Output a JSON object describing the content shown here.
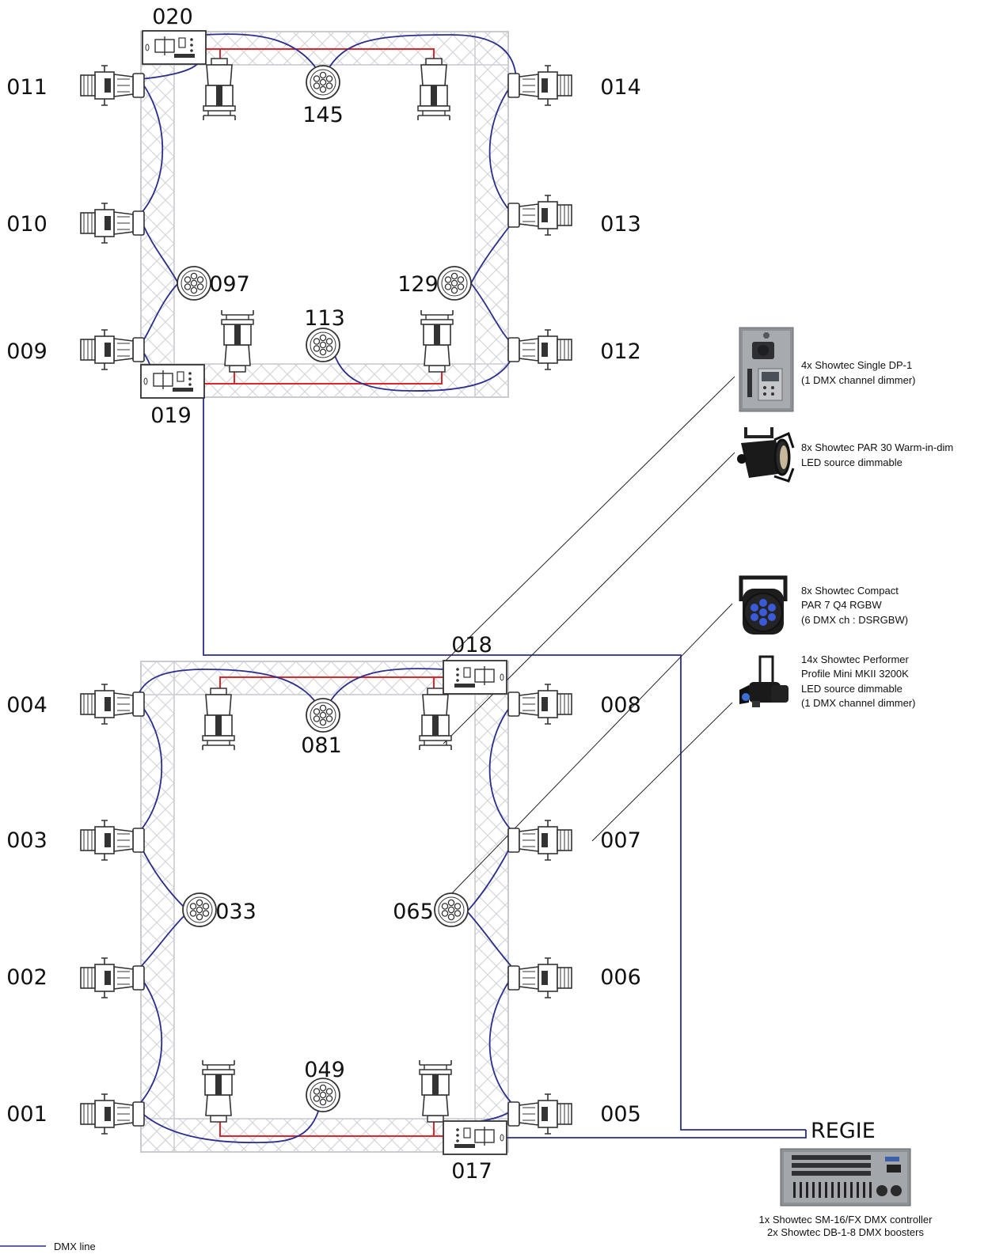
{
  "colors": {
    "dmx_line": "#2b2e8c",
    "power_line": "#e0262a",
    "truss": "#c9cbd0",
    "fixture": "#333333"
  },
  "addresses": {
    "a020": "020",
    "a011": "011",
    "a014": "014",
    "a145": "145",
    "a010": "010",
    "a013": "013",
    "a097": "097",
    "a129": "129",
    "a009": "009",
    "a012": "012",
    "a113": "113",
    "a019": "019",
    "a018": "018",
    "a004": "004",
    "a008": "008",
    "a081": "081",
    "a003": "003",
    "a007": "007",
    "a033": "033",
    "a065": "065",
    "a002": "002",
    "a006": "006",
    "a001": "001",
    "a005": "005",
    "a049": "049",
    "a017": "017"
  },
  "legend_items": {
    "dimmer": [
      "4x Showtec Single DP-1",
      "(1 DMX channel dimmer)"
    ],
    "par30": [
      "8x Showtec PAR 30 Warm-in-dim",
      "LED source dimmable"
    ],
    "compact_par": [
      "8x Showtec Compact",
      "PAR 7 Q4 RGBW",
      "(6 DMX ch : DSRGBW)"
    ],
    "profile": [
      "14x Showtec Performer",
      "Profile Mini MKII 3200K",
      "LED source dimmable",
      "(1 DMX channel dimmer)"
    ],
    "controller": [
      "1x Showtec SM-16/FX DMX controller",
      "2x Showtec DB-1-8 DMX boosters"
    ]
  },
  "regie": "REGIE",
  "dmx_legend": "DMX line",
  "icons": [
    "profile-spot-icon",
    "par30-icon",
    "led-par-icon",
    "dimmer-pack-icon",
    "dmx-controller-icon"
  ]
}
